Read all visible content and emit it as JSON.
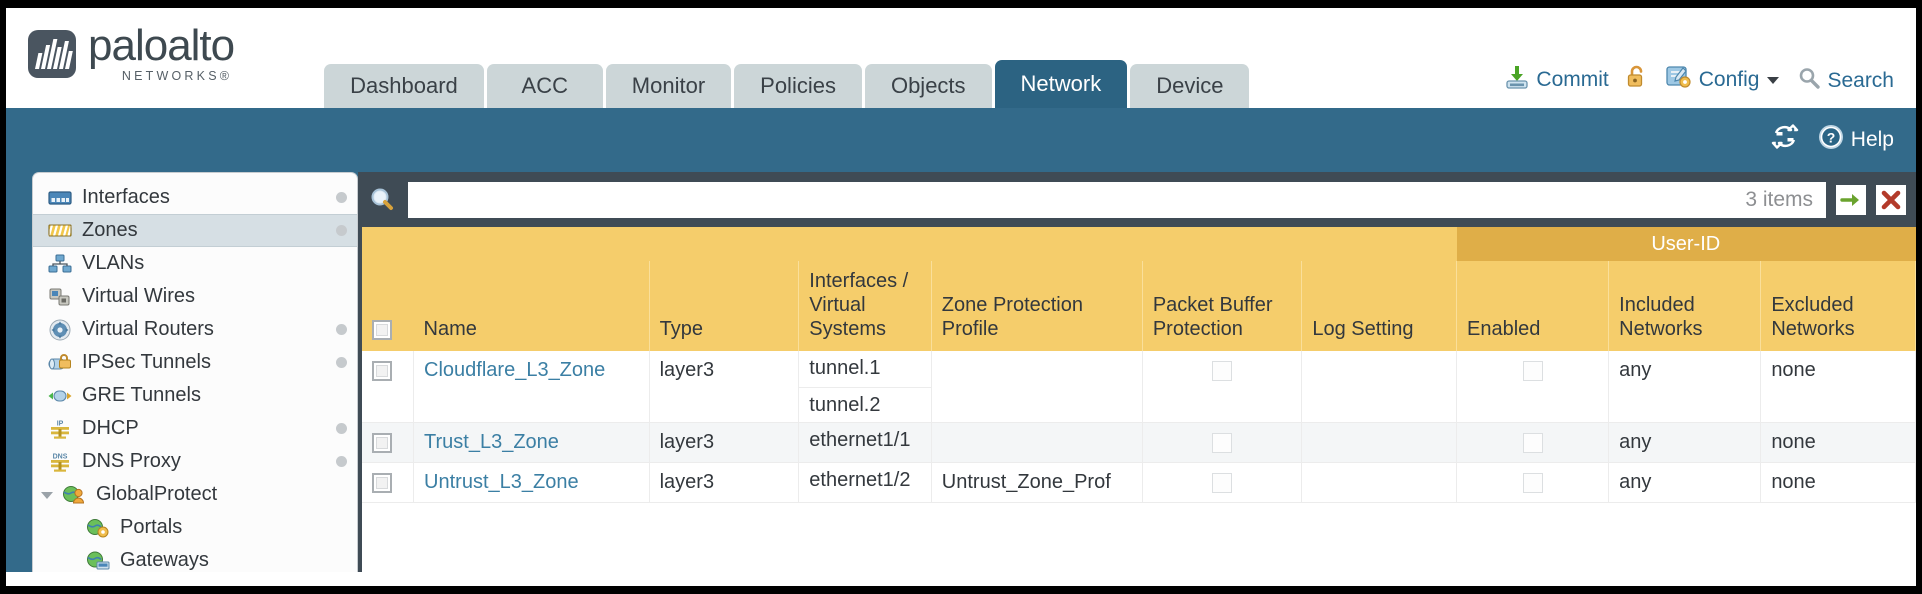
{
  "brand": {
    "name": "paloalto",
    "tagline": "NETWORKS",
    "registered": "®"
  },
  "tabs": [
    {
      "label": "Dashboard",
      "active": false
    },
    {
      "label": "ACC",
      "active": false
    },
    {
      "label": "Monitor",
      "active": false
    },
    {
      "label": "Policies",
      "active": false
    },
    {
      "label": "Objects",
      "active": false
    },
    {
      "label": "Network",
      "active": true
    },
    {
      "label": "Device",
      "active": false
    }
  ],
  "header_actions": {
    "commit": "Commit",
    "config": "Config",
    "search": "Search"
  },
  "blueband": {
    "help": "Help"
  },
  "sidebar": {
    "items": [
      {
        "label": "Interfaces",
        "icon": "interfaces-icon",
        "dot": true,
        "selected": false,
        "indent": false,
        "caret": false
      },
      {
        "label": "Zones",
        "icon": "zones-icon",
        "dot": true,
        "selected": true,
        "indent": false,
        "caret": false
      },
      {
        "label": "VLANs",
        "icon": "vlans-icon",
        "dot": false,
        "selected": false,
        "indent": false,
        "caret": false
      },
      {
        "label": "Virtual Wires",
        "icon": "virtual-wires-icon",
        "dot": false,
        "selected": false,
        "indent": false,
        "caret": false
      },
      {
        "label": "Virtual Routers",
        "icon": "virtual-routers-icon",
        "dot": true,
        "selected": false,
        "indent": false,
        "caret": false
      },
      {
        "label": "IPSec Tunnels",
        "icon": "ipsec-tunnels-icon",
        "dot": true,
        "selected": false,
        "indent": false,
        "caret": false
      },
      {
        "label": "GRE Tunnels",
        "icon": "gre-tunnels-icon",
        "dot": false,
        "selected": false,
        "indent": false,
        "caret": false
      },
      {
        "label": "DHCP",
        "icon": "dhcp-icon",
        "dot": true,
        "selected": false,
        "indent": false,
        "caret": false
      },
      {
        "label": "DNS Proxy",
        "icon": "dns-proxy-icon",
        "dot": true,
        "selected": false,
        "indent": false,
        "caret": false
      },
      {
        "label": "GlobalProtect",
        "icon": "globalprotect-icon",
        "dot": false,
        "selected": false,
        "indent": false,
        "caret": true
      },
      {
        "label": "Portals",
        "icon": "portals-icon",
        "dot": false,
        "selected": false,
        "indent": true,
        "caret": false
      },
      {
        "label": "Gateways",
        "icon": "gateways-icon",
        "dot": false,
        "selected": false,
        "indent": true,
        "caret": false
      }
    ]
  },
  "search": {
    "value": "",
    "placeholder": "",
    "item_count": "3 items"
  },
  "table": {
    "group_header": "User-ID",
    "columns": [
      "Name",
      "Type",
      "Interfaces / Virtual Systems",
      "Zone Protection Profile",
      "Packet Buffer Protection",
      "Log Setting",
      "Enabled",
      "Included Networks",
      "Excluded Networks"
    ],
    "rows": [
      {
        "selected": false,
        "name": "Cloudflare_L3_Zone",
        "type": "layer3",
        "interfaces": [
          "tunnel.1",
          "tunnel.2"
        ],
        "zone_protection_profile": "",
        "packet_buffer_protection": false,
        "log_setting": "",
        "userid_enabled": false,
        "included_networks": "any",
        "excluded_networks": "none"
      },
      {
        "selected": false,
        "name": "Trust_L3_Zone",
        "type": "layer3",
        "interfaces": [
          "ethernet1/1"
        ],
        "zone_protection_profile": "",
        "packet_buffer_protection": false,
        "log_setting": "",
        "userid_enabled": false,
        "included_networks": "any",
        "excluded_networks": "none"
      },
      {
        "selected": false,
        "name": "Untrust_L3_Zone",
        "type": "layer3",
        "interfaces": [
          "ethernet1/2"
        ],
        "zone_protection_profile": "Untrust_Zone_Prof",
        "packet_buffer_protection": false,
        "log_setting": "",
        "userid_enabled": false,
        "included_networks": "any",
        "excluded_networks": "none"
      }
    ]
  },
  "colors": {
    "brand_blue": "#336a8a",
    "tab_active": "#2c6382",
    "tab_inactive": "#ccd6d8",
    "table_header": "#f5cd6b",
    "table_group_header": "#dfae48",
    "link": "#3b7fa4",
    "content_dark": "#3f4b55"
  }
}
